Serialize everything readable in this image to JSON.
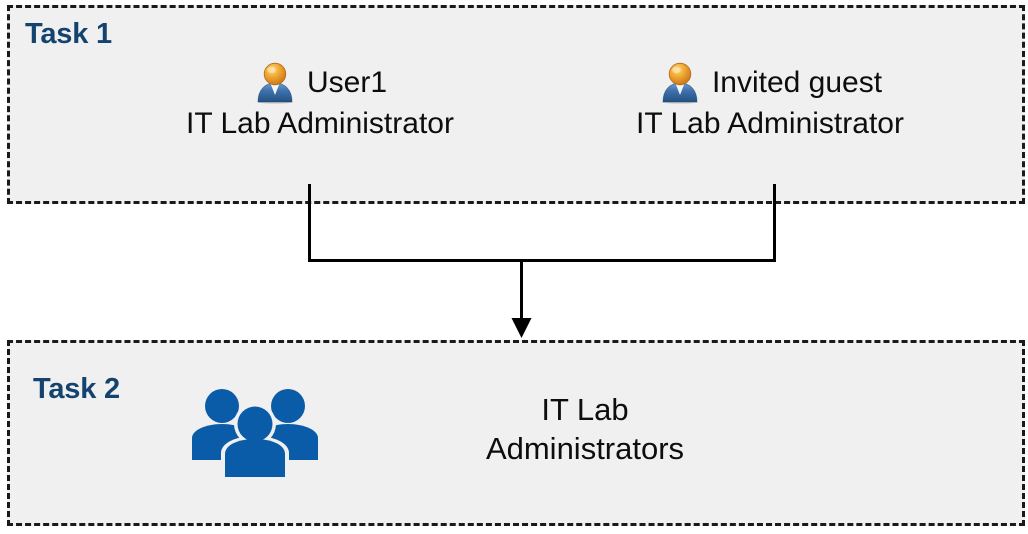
{
  "diagram": {
    "title_colors": {
      "task_label": "#13436E",
      "group_icon": "#0B5CA8",
      "box_fill": "#F0F0F0",
      "box_border": "#1a1a1a",
      "connector": "#000000",
      "page_background": "#FFFFFF"
    },
    "tasks": [
      {
        "id": "task-1",
        "label": "Task 1",
        "people": [
          {
            "icon": "single-user-icon",
            "name": "User1",
            "role": "IT Lab Administrator"
          },
          {
            "icon": "single-user-icon",
            "name": "Invited guest",
            "role": "IT Lab Administrator"
          }
        ]
      },
      {
        "id": "task-2",
        "label": "Task 2",
        "group": {
          "icon": "user-group-icon",
          "line1": "IT Lab",
          "line2": "Administrators"
        }
      }
    ],
    "connector": {
      "type": "merge-arrow",
      "description": "Two vertical lines from the two Task 1 people merge into a horizontal bar and a single downward arrow into Task 2"
    }
  }
}
